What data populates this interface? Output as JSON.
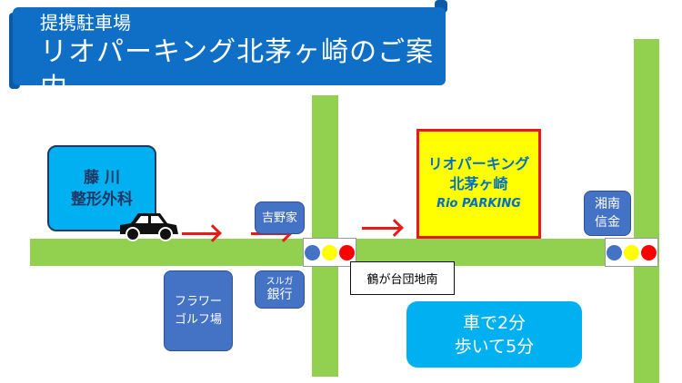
{
  "banner": {
    "line1": "提携駐車場",
    "line2": "リオパーキング北茅ヶ崎のご案内"
  },
  "hospital": {
    "line1": "藤 川",
    "line2": "整形外科"
  },
  "parking": {
    "line1": "リオパーキング",
    "line2": "北茅ヶ崎",
    "line3": "Rio PARKING"
  },
  "landmarks": {
    "yoshinoya": "吉野家",
    "suruga_top": "スルガ",
    "suruga_bottom": "銀行",
    "flower_top": "フラワー",
    "flower_bottom": "ゴルフ場",
    "shonan_top": "湘南",
    "shonan_bottom": "信金"
  },
  "intersection": "鶴が台団地南",
  "time": {
    "car": "車で2分",
    "walk": "歩いて5分"
  },
  "colors": {
    "road": "#92d050",
    "banner": "#0f6fc6",
    "signal_blue": "#4472c4",
    "signal_yellow": "#ffff00",
    "signal_red": "#ff0000"
  }
}
